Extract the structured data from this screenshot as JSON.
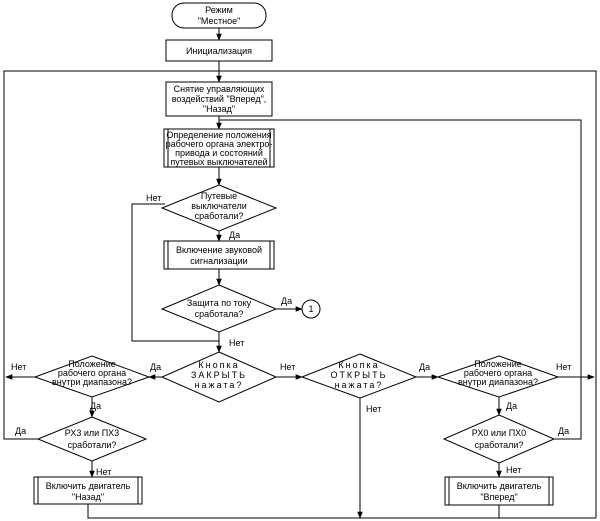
{
  "flowchart": {
    "nodes": {
      "start": [
        "Режим",
        "\"Местное\""
      ],
      "init": [
        "Инициализация"
      ],
      "reset": [
        "Снятие управляющих",
        "воздействий \"Вперед\",",
        "\"Назад\""
      ],
      "determine": [
        "Определение положения",
        "рабочего органа электро-",
        "привода и состояний",
        "путевых выключателей"
      ],
      "limit_q": [
        "Путевые",
        "выключатели",
        "сработали?"
      ],
      "alarm": [
        "Включение звуковой",
        "сигнализации"
      ],
      "protect_q": [
        "Защита по току",
        "сработала?"
      ],
      "connector": [
        "1"
      ],
      "close_q": [
        "Кнопка",
        "ЗАКРЫТЬ",
        "нажата?"
      ],
      "open_q": [
        "Кнопка",
        "ОТКРЫТЬ",
        "нажата?"
      ],
      "pos_left_q": [
        "Положение",
        "рабочего органа",
        "внутри диапазона?"
      ],
      "pos_right_q": [
        "Положение",
        "рабочего органа",
        "внутри диапазона?"
      ],
      "rx3_q": [
        "РХ3 или ПХ3",
        "сработали?"
      ],
      "rx0_q": [
        "РХ0 или ПХ0",
        "сработали?"
      ],
      "motor_back": [
        "Включить двигатель",
        "\"Назад\""
      ],
      "motor_fwd": [
        "Включить двигатель",
        "\"Вперед\""
      ]
    },
    "edge_labels": {
      "limit_no": "Нет",
      "limit_yes": "Да",
      "protect_yes": "Да",
      "protect_no": "Нет",
      "close_yes": "Да",
      "close_no": "Нет",
      "open_yes": "Да",
      "open_no": "Нет",
      "posl_no": "Нет",
      "posl_yes": "Да",
      "rx3_yes": "Да",
      "rx3_no": "Нет",
      "posr_no": "Нет",
      "posr_yes": "Да",
      "rx0_yes": "Да",
      "rx0_no": "Нет"
    }
  }
}
